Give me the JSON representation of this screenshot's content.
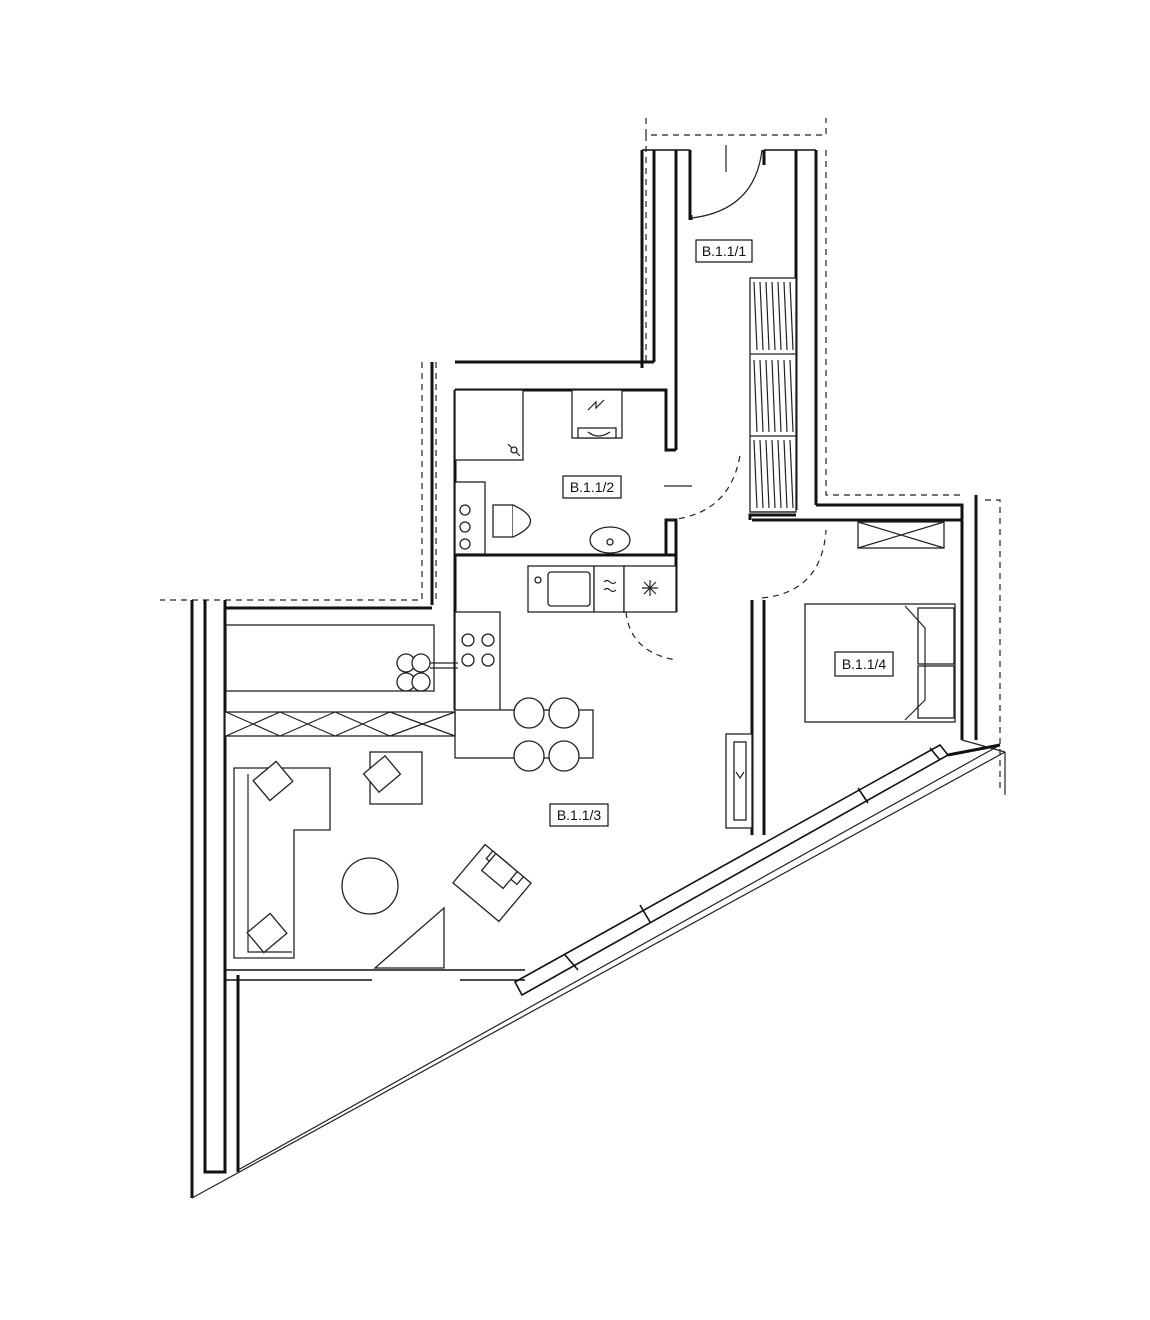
{
  "rooms": [
    {
      "id": "B.1.1/1",
      "label": "B.1.1/1"
    },
    {
      "id": "B.1.1/2",
      "label": "B.1.1/2"
    },
    {
      "id": "B.1.1/3",
      "label": "B.1.1/3"
    },
    {
      "id": "B.1.1/4",
      "label": "B.1.1/4"
    }
  ],
  "icons": {
    "bathroom_fan": "zigzag-arrow-icon",
    "radiator": "wave-icon",
    "light": "asterisk-icon",
    "electric_panel": "lightning-icon"
  },
  "colors": {
    "ink": "#111111",
    "background": "#ffffff"
  }
}
